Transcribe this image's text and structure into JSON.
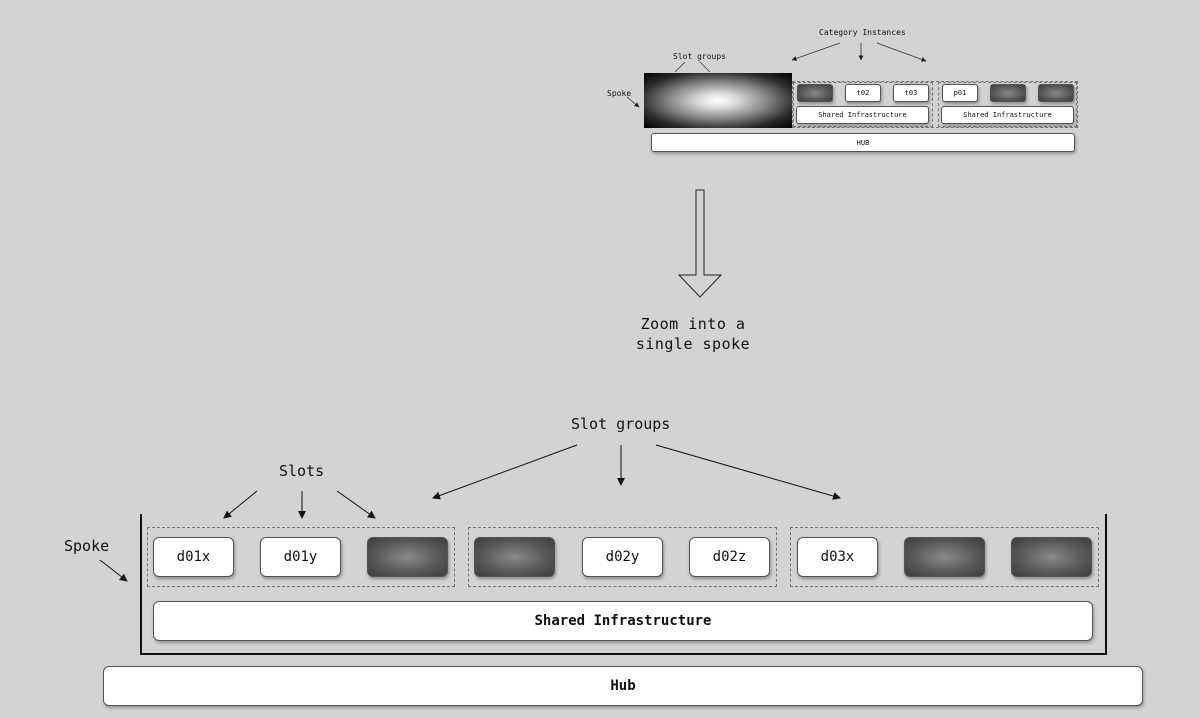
{
  "mini": {
    "category_instances_label": "Category Instances",
    "slot_groups_label": "Slot groups",
    "spoke_label": "Spoke",
    "group2_slots": [
      "",
      "t02",
      "t03"
    ],
    "group3_slots": [
      "p01",
      "",
      ""
    ],
    "shared_infra_1": "Shared Infrastructure",
    "shared_infra_2": "Shared Infrastructure",
    "hub_label": "HUB"
  },
  "zoom_caption": "Zoom into a\nsingle spoke",
  "detail": {
    "slot_groups_label": "Slot groups",
    "slots_label": "Slots",
    "spoke_label": "Spoke",
    "slots": {
      "s1": "d01x",
      "s2": "d01y",
      "s3": "",
      "s4": "",
      "s5": "d02y",
      "s6": "d02z",
      "s7": "d03x",
      "s8": "",
      "s9": ""
    },
    "shared_infrastructure": "Shared Infrastructure",
    "hub": "Hub"
  },
  "colors": {
    "background": "#d3d3d3",
    "empty_slot": "#5a5a5a",
    "box": "#ffffff"
  }
}
